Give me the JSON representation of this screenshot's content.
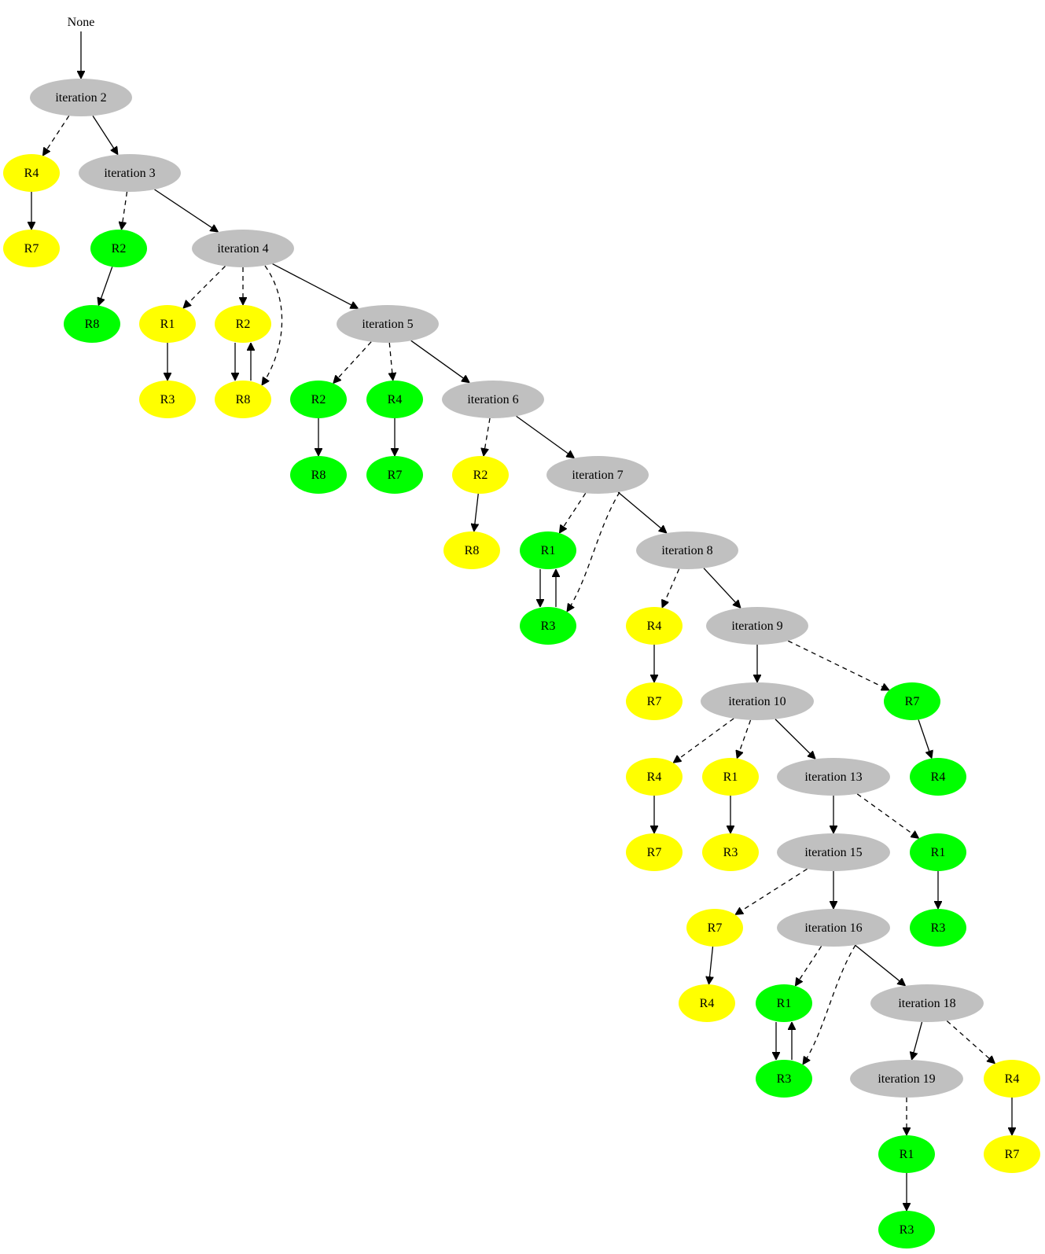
{
  "colors": {
    "iteration": "#c0c0c0",
    "yellow": "#ffff00",
    "green": "#00ff00"
  },
  "nodes": {
    "none": {
      "label": "None"
    },
    "it2": {
      "label": "iteration 2",
      "kind": "iteration"
    },
    "it3": {
      "label": "iteration 3",
      "kind": "iteration"
    },
    "it4": {
      "label": "iteration 4",
      "kind": "iteration"
    },
    "it5": {
      "label": "iteration 5",
      "kind": "iteration"
    },
    "it6": {
      "label": "iteration 6",
      "kind": "iteration"
    },
    "it7": {
      "label": "iteration 7",
      "kind": "iteration"
    },
    "it8": {
      "label": "iteration 8",
      "kind": "iteration"
    },
    "it9": {
      "label": "iteration 9",
      "kind": "iteration"
    },
    "it10": {
      "label": "iteration 10",
      "kind": "iteration"
    },
    "it13": {
      "label": "iteration 13",
      "kind": "iteration"
    },
    "it15": {
      "label": "iteration 15",
      "kind": "iteration"
    },
    "it16": {
      "label": "iteration 16",
      "kind": "iteration"
    },
    "it18": {
      "label": "iteration 18",
      "kind": "iteration"
    },
    "it19": {
      "label": "iteration 19",
      "kind": "iteration"
    },
    "a_r4": {
      "label": "R4",
      "kind": "yellow"
    },
    "a_r7": {
      "label": "R7",
      "kind": "yellow"
    },
    "b_r2": {
      "label": "R2",
      "kind": "green"
    },
    "b_r8": {
      "label": "R8",
      "kind": "green"
    },
    "c_r1": {
      "label": "R1",
      "kind": "yellow"
    },
    "c_r3": {
      "label": "R3",
      "kind": "yellow"
    },
    "c_r2": {
      "label": "R2",
      "kind": "yellow"
    },
    "c_r8": {
      "label": "R8",
      "kind": "yellow"
    },
    "d_r2": {
      "label": "R2",
      "kind": "green"
    },
    "d_r8": {
      "label": "R8",
      "kind": "green"
    },
    "d_r4": {
      "label": "R4",
      "kind": "green"
    },
    "d_r7": {
      "label": "R7",
      "kind": "green"
    },
    "e_r2": {
      "label": "R2",
      "kind": "yellow"
    },
    "e_r8": {
      "label": "R8",
      "kind": "yellow"
    },
    "f_r1": {
      "label": "R1",
      "kind": "green"
    },
    "f_r3": {
      "label": "R3",
      "kind": "green"
    },
    "g_r4": {
      "label": "R4",
      "kind": "yellow"
    },
    "g_r7": {
      "label": "R7",
      "kind": "yellow"
    },
    "h_r7": {
      "label": "R7",
      "kind": "green"
    },
    "h_r4": {
      "label": "R4",
      "kind": "green"
    },
    "i_r4": {
      "label": "R4",
      "kind": "yellow"
    },
    "i_r7": {
      "label": "R7",
      "kind": "yellow"
    },
    "i_r1": {
      "label": "R1",
      "kind": "yellow"
    },
    "i_r3": {
      "label": "R3",
      "kind": "yellow"
    },
    "j_r1": {
      "label": "R1",
      "kind": "green"
    },
    "j_r3": {
      "label": "R3",
      "kind": "green"
    },
    "k_r7": {
      "label": "R7",
      "kind": "yellow"
    },
    "k_r4": {
      "label": "R4",
      "kind": "yellow"
    },
    "l_r1": {
      "label": "R1",
      "kind": "green"
    },
    "l_r3": {
      "label": "R3",
      "kind": "green"
    },
    "m_r4": {
      "label": "R4",
      "kind": "yellow"
    },
    "m_r7": {
      "label": "R7",
      "kind": "yellow"
    },
    "n_r1": {
      "label": "R1",
      "kind": "green"
    },
    "n_r3": {
      "label": "R3",
      "kind": "green"
    }
  },
  "edges": [
    {
      "from": "none",
      "to": "it2",
      "style": "solid"
    },
    {
      "from": "it2",
      "to": "a_r4",
      "style": "dashed"
    },
    {
      "from": "it2",
      "to": "it3",
      "style": "solid"
    },
    {
      "from": "a_r4",
      "to": "a_r7",
      "style": "solid"
    },
    {
      "from": "it3",
      "to": "b_r2",
      "style": "dashed"
    },
    {
      "from": "it3",
      "to": "it4",
      "style": "solid"
    },
    {
      "from": "b_r2",
      "to": "b_r8",
      "style": "solid"
    },
    {
      "from": "it4",
      "to": "c_r1",
      "style": "dashed"
    },
    {
      "from": "it4",
      "to": "c_r2",
      "style": "dashed"
    },
    {
      "from": "it4",
      "to": "c_r8",
      "style": "dashed"
    },
    {
      "from": "it4",
      "to": "it5",
      "style": "solid"
    },
    {
      "from": "c_r1",
      "to": "c_r3",
      "style": "solid"
    },
    {
      "from": "c_r2",
      "to": "c_r8",
      "style": "solid"
    },
    {
      "from": "c_r8",
      "to": "c_r2",
      "style": "solid"
    },
    {
      "from": "it5",
      "to": "d_r2",
      "style": "dashed"
    },
    {
      "from": "it5",
      "to": "d_r4",
      "style": "dashed"
    },
    {
      "from": "it5",
      "to": "it6",
      "style": "solid"
    },
    {
      "from": "d_r2",
      "to": "d_r8",
      "style": "solid"
    },
    {
      "from": "d_r4",
      "to": "d_r7",
      "style": "solid"
    },
    {
      "from": "it6",
      "to": "e_r2",
      "style": "dashed"
    },
    {
      "from": "it6",
      "to": "it7",
      "style": "solid"
    },
    {
      "from": "e_r2",
      "to": "e_r8",
      "style": "solid"
    },
    {
      "from": "it7",
      "to": "f_r1",
      "style": "dashed"
    },
    {
      "from": "it7",
      "to": "f_r3",
      "style": "dashed"
    },
    {
      "from": "it7",
      "to": "it8",
      "style": "solid"
    },
    {
      "from": "f_r1",
      "to": "f_r3",
      "style": "solid"
    },
    {
      "from": "f_r3",
      "to": "f_r1",
      "style": "solid"
    },
    {
      "from": "it8",
      "to": "g_r4",
      "style": "dashed"
    },
    {
      "from": "it8",
      "to": "it9",
      "style": "solid"
    },
    {
      "from": "g_r4",
      "to": "g_r7",
      "style": "solid"
    },
    {
      "from": "it9",
      "to": "it10",
      "style": "solid"
    },
    {
      "from": "it9",
      "to": "h_r7",
      "style": "dashed"
    },
    {
      "from": "h_r7",
      "to": "h_r4",
      "style": "solid"
    },
    {
      "from": "it10",
      "to": "i_r4",
      "style": "dashed"
    },
    {
      "from": "it10",
      "to": "i_r1",
      "style": "dashed"
    },
    {
      "from": "it10",
      "to": "it13",
      "style": "solid"
    },
    {
      "from": "i_r4",
      "to": "i_r7",
      "style": "solid"
    },
    {
      "from": "i_r1",
      "to": "i_r3",
      "style": "solid"
    },
    {
      "from": "it13",
      "to": "it15",
      "style": "solid"
    },
    {
      "from": "it13",
      "to": "j_r1",
      "style": "dashed"
    },
    {
      "from": "j_r1",
      "to": "j_r3",
      "style": "solid"
    },
    {
      "from": "it15",
      "to": "k_r7",
      "style": "dashed"
    },
    {
      "from": "it15",
      "to": "it16",
      "style": "solid"
    },
    {
      "from": "k_r7",
      "to": "k_r4",
      "style": "solid"
    },
    {
      "from": "it16",
      "to": "l_r1",
      "style": "dashed"
    },
    {
      "from": "it16",
      "to": "l_r3",
      "style": "dashed"
    },
    {
      "from": "it16",
      "to": "it18",
      "style": "solid"
    },
    {
      "from": "l_r1",
      "to": "l_r3",
      "style": "solid"
    },
    {
      "from": "l_r3",
      "to": "l_r1",
      "style": "solid"
    },
    {
      "from": "it18",
      "to": "it19",
      "style": "solid"
    },
    {
      "from": "it18",
      "to": "m_r4",
      "style": "dashed"
    },
    {
      "from": "m_r4",
      "to": "m_r7",
      "style": "solid"
    },
    {
      "from": "it19",
      "to": "n_r1",
      "style": "dashed"
    },
    {
      "from": "n_r1",
      "to": "n_r3",
      "style": "solid"
    }
  ]
}
